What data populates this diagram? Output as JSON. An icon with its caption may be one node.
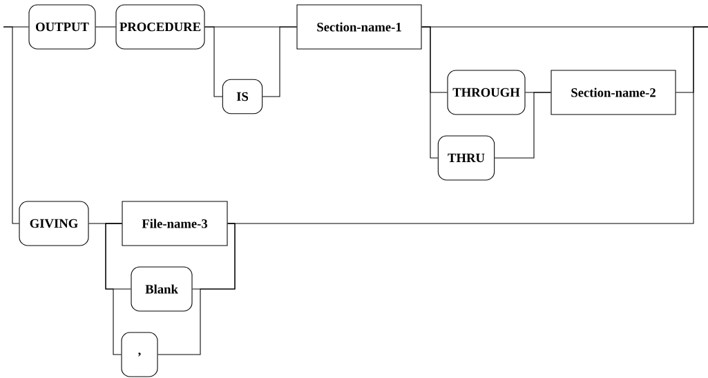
{
  "diagram": {
    "nodes": [
      {
        "text": [
          "OUTPUT"
        ]
      },
      {
        "text": [
          "PROCEDURE"
        ]
      },
      {
        "text": [
          "IS"
        ]
      },
      {
        "text": [
          "Section-name-1"
        ]
      },
      {
        "text": [
          "THROUGH"
        ]
      },
      {
        "text": [
          "Section-name-2"
        ]
      },
      {
        "text": [
          "THRU"
        ]
      },
      {
        "text": [
          "GIVING"
        ]
      },
      {
        "text": [
          "File-name-3"
        ]
      },
      {
        "text": [
          "Blank"
        ]
      },
      {
        "text": [
          ","
        ]
      }
    ],
    "edges": [
      {
        "from": null,
        "to": 0,
        "arrow": "none"
      },
      {
        "from": 0,
        "to": 1,
        "arrow": "none"
      },
      {
        "from": 1,
        "to": 3,
        "arrow": "none"
      },
      {
        "from": 1,
        "to": 2,
        "arrow": "none"
      },
      {
        "from": 2,
        "to": 3,
        "arrow": "none"
      },
      {
        "from": 3,
        "to": 4,
        "arrow": "none"
      },
      {
        "from": 3,
        "to": 6,
        "arrow": "none"
      },
      {
        "from": 4,
        "to": 5,
        "arrow": "none"
      },
      {
        "from": 6,
        "to": 5,
        "arrow": "none"
      },
      {
        "from": 3,
        "to": null,
        "arrow": "none"
      },
      {
        "from": 5,
        "to": null,
        "arrow": "none"
      },
      {
        "from": null,
        "to": 7,
        "arrow": "none"
      },
      {
        "from": 7,
        "to": 8,
        "arrow": "none"
      },
      {
        "from": 8,
        "to": null,
        "arrow": "none"
      },
      {
        "from": 8,
        "to": 9,
        "arrow": "none"
      },
      {
        "from": 9,
        "to": 8,
        "arrow": "none"
      },
      {
        "from": 8,
        "to": 10,
        "arrow": "none"
      },
      {
        "from": 10,
        "to": 8,
        "arrow": "none"
      }
    ]
  }
}
